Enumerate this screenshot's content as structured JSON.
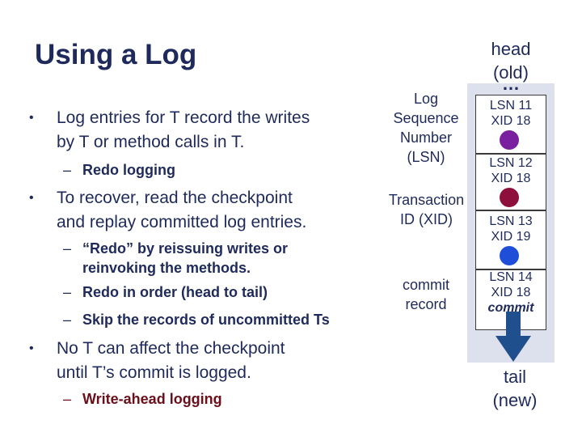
{
  "slide": {
    "title": "Using a Log",
    "bullets": {
      "b1_line1": "Log entries for T record the writes",
      "b1_line2": "by T or method calls in T.",
      "b1_sub1": "Redo logging",
      "b2_line1": "To recover, read the checkpoint",
      "b2_line2": "and replay committed log entries.",
      "b2_sub1_line1": "“Redo” by reissuing writes or",
      "b2_sub1_line2": "reinvoking the methods.",
      "b2_sub2": "Redo in order (head to tail)",
      "b2_sub3": "Skip the records of uncommitted Ts",
      "b3_line1": "No T can affect the checkpoint",
      "b3_line2": "until T’s commit is logged.",
      "b3_sub1": "Write-ahead logging"
    },
    "symbols": {
      "bullet": "•",
      "dash": "–",
      "ellipsis": "…"
    }
  },
  "labels": {
    "lsn_line1": "Log",
    "lsn_line2": "Sequence",
    "lsn_line3": "Number",
    "lsn_line4": "(LSN)",
    "xid_line1": "Transaction",
    "xid_line2": "ID (XID)",
    "commit_line1": "commit",
    "commit_line2": "record",
    "head_line1": "head",
    "head_line2": "(old)",
    "tail_line1": "tail",
    "tail_line2": "(new)"
  },
  "log_entries": [
    {
      "lsn": "LSN 11",
      "xid": "XID 18",
      "dot_color": "#7a1fa0"
    },
    {
      "lsn": "LSN 12",
      "xid": "XID 18",
      "dot_color": "#8e0f3c"
    },
    {
      "lsn": "LSN 13",
      "xid": "XID 19",
      "dot_color": "#1f4fd8"
    },
    {
      "lsn": "LSN 14",
      "xid": "XID 18",
      "extra": "commit"
    }
  ],
  "colors": {
    "text": "#1f2a5c",
    "highlight_red": "#6b0f1a",
    "panel": "#dde1ee",
    "arrow": "#1f4f8c"
  }
}
